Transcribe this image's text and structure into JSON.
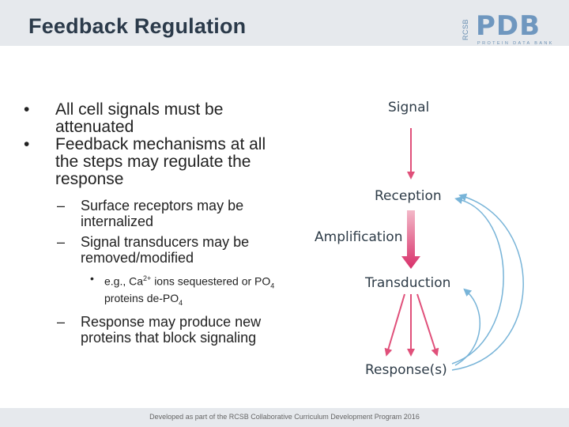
{
  "header": {
    "title": "Feedback Regulation",
    "logo_text": "PDB",
    "logo_side": "RCSB",
    "logo_sub": "PROTEIN DATA BANK"
  },
  "bullets": [
    {
      "text": "All cell signals must be attenuated"
    },
    {
      "text": "Feedback mechanisms at all the steps may regulate the response"
    }
  ],
  "sub_bullets": [
    {
      "text": "Surface receptors may be internalized"
    },
    {
      "text": "Signal transducers may be removed/modified"
    }
  ],
  "sub_sub_bullet": {
    "pre": "e.g., Ca",
    "sup": "2+",
    "mid": "ions sequestered or PO",
    "sub1": "4",
    "post": " proteins de-PO",
    "sub2": "4"
  },
  "last_sub_bullet": {
    "text": "Response may produce new proteins that block signaling"
  },
  "diagram": {
    "signal": "Signal",
    "reception": "Reception",
    "amplification": "Amplification",
    "transduction": "Transduction",
    "response": "Response(s)",
    "arrow_color": "#e0507a",
    "feedback_color": "#78b4d8"
  },
  "footer": {
    "text": "Developed as part of the RCSB Collaborative Curriculum Development Program 2016"
  }
}
